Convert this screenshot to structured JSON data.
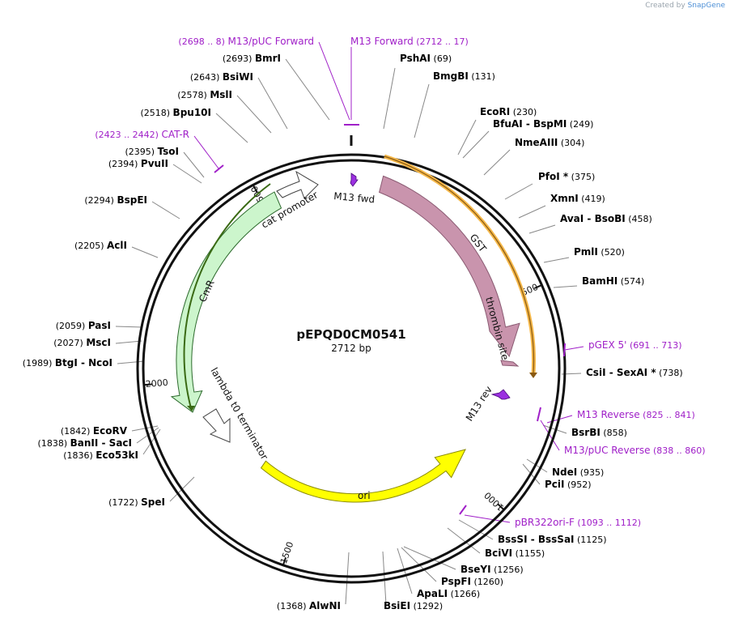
{
  "credit": {
    "prefix": "Created by",
    "brand": "SnapGene"
  },
  "plasmid": {
    "name": "pEPQD0CM0541",
    "length_label": "2712 bp"
  },
  "colors": {
    "primer": "#a020c8",
    "enzyme": "#000000",
    "line": "#888888"
  },
  "ticks": [
    {
      "label": "500",
      "pos": 500
    },
    {
      "label": "1000",
      "pos": 1000
    },
    {
      "label": "1500",
      "pos": 1500
    },
    {
      "label": "2000",
      "pos": 2000
    },
    {
      "label": "2500",
      "pos": 2500
    }
  ],
  "features": [
    {
      "name": "M13 fwd",
      "type": "primer_bind",
      "color": "#9b30e0"
    },
    {
      "name": "GST",
      "type": "CDS",
      "color": "#c994ad"
    },
    {
      "name": "thrombin site",
      "type": "site",
      "color": "#c994ad"
    },
    {
      "name": "M13 rev",
      "type": "primer_bind",
      "color": "#9b30e0"
    },
    {
      "name": "ori",
      "type": "rep_origin",
      "color": "#ffff00"
    },
    {
      "name": "lambda t0 terminator",
      "type": "terminator",
      "color": "#ffffff"
    },
    {
      "name": "CmR",
      "type": "CDS",
      "color": "#ccf5cc"
    },
    {
      "name": "cat promoter",
      "type": "promoter",
      "color": "#ffffff"
    }
  ],
  "labels": [
    {
      "name": "PshAI",
      "pos": "(69)",
      "kind": "enzyme"
    },
    {
      "name": "BmgBI",
      "pos": "(131)",
      "kind": "enzyme"
    },
    {
      "name": "EcoRI",
      "pos": "(230)",
      "kind": "enzyme"
    },
    {
      "name": "BfuAI - BspMI",
      "pos": "(249)",
      "kind": "enzyme"
    },
    {
      "name": "NmeAIII",
      "pos": "(304)",
      "kind": "enzyme"
    },
    {
      "name": "PfoI *",
      "pos": "(375)",
      "kind": "enzyme"
    },
    {
      "name": "XmnI",
      "pos": "(419)",
      "kind": "enzyme"
    },
    {
      "name": "AvaI - BsoBI",
      "pos": "(458)",
      "kind": "enzyme"
    },
    {
      "name": "PmlI",
      "pos": "(520)",
      "kind": "enzyme"
    },
    {
      "name": "BamHI",
      "pos": "(574)",
      "kind": "enzyme"
    },
    {
      "name": "pGEX 5'",
      "pos": "(691 .. 713)",
      "kind": "primer"
    },
    {
      "name": "CsiI - SexAI *",
      "pos": "(738)",
      "kind": "enzyme"
    },
    {
      "name": "M13 Reverse",
      "pos": "(825 .. 841)",
      "kind": "primer"
    },
    {
      "name": "BsrBI",
      "pos": "(858)",
      "kind": "enzyme"
    },
    {
      "name": "M13/pUC Reverse",
      "pos": "(838 .. 860)",
      "kind": "primer"
    },
    {
      "name": "NdeI",
      "pos": "(935)",
      "kind": "enzyme"
    },
    {
      "name": "PciI",
      "pos": "(952)",
      "kind": "enzyme"
    },
    {
      "name": "pBR322ori-F",
      "pos": "(1093 .. 1112)",
      "kind": "primer"
    },
    {
      "name": "BssSI - BssSaI",
      "pos": "(1125)",
      "kind": "enzyme"
    },
    {
      "name": "BciVI",
      "pos": "(1155)",
      "kind": "enzyme"
    },
    {
      "name": "BseYI",
      "pos": "(1256)",
      "kind": "enzyme"
    },
    {
      "name": "PspFI",
      "pos": "(1260)",
      "kind": "enzyme"
    },
    {
      "name": "ApaLI",
      "pos": "(1266)",
      "kind": "enzyme"
    },
    {
      "name": "BsiEI",
      "pos": "(1292)",
      "kind": "enzyme"
    },
    {
      "name": "AlwNI",
      "pos": "(1368)",
      "kind": "enzyme"
    },
    {
      "name": "SpeI",
      "pos": "(1722)",
      "kind": "enzyme"
    },
    {
      "name": "Eco53kI",
      "pos": "(1836)",
      "kind": "enzyme"
    },
    {
      "name": "BanII - SacI",
      "pos": "(1838)",
      "kind": "enzyme"
    },
    {
      "name": "EcoRV",
      "pos": "(1842)",
      "kind": "enzyme"
    },
    {
      "name": "BtgI - NcoI",
      "pos": "(1989)",
      "kind": "enzyme"
    },
    {
      "name": "MscI",
      "pos": "(2027)",
      "kind": "enzyme"
    },
    {
      "name": "PasI",
      "pos": "(2059)",
      "kind": "enzyme"
    },
    {
      "name": "AclI",
      "pos": "(2205)",
      "kind": "enzyme"
    },
    {
      "name": "BspEI",
      "pos": "(2294)",
      "kind": "enzyme"
    },
    {
      "name": "PvuII",
      "pos": "(2394)",
      "kind": "enzyme"
    },
    {
      "name": "TsoI",
      "pos": "(2395)",
      "kind": "enzyme"
    },
    {
      "name": "CAT-R",
      "pos": "(2423 .. 2442)",
      "kind": "primer"
    },
    {
      "name": "Bpu10I",
      "pos": "(2518)",
      "kind": "enzyme"
    },
    {
      "name": "MslI",
      "pos": "(2578)",
      "kind": "enzyme"
    },
    {
      "name": "BsiWI",
      "pos": "(2643)",
      "kind": "enzyme"
    },
    {
      "name": "BmrI",
      "pos": "(2693)",
      "kind": "enzyme"
    },
    {
      "name": "M13/pUC Forward",
      "pos": "(2698 .. 8)",
      "kind": "primer"
    },
    {
      "name": "M13 Forward",
      "pos": "(2712 .. 17)",
      "kind": "primer"
    }
  ]
}
